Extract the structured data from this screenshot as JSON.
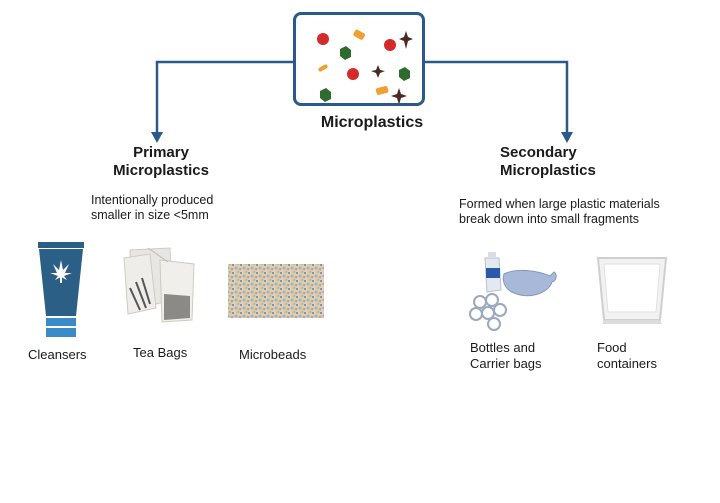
{
  "center": {
    "title": "Microplastics",
    "icon": "microplastic-particles-icon"
  },
  "primary": {
    "title_line1": "Primary",
    "title_line2": "Microplastics",
    "desc_line1": "Intentionally produced",
    "desc_line2": "smaller in size <5mm",
    "items": [
      {
        "label": "Cleansers",
        "icon": "cleanser-tube-icon"
      },
      {
        "label": "Tea Bags",
        "icon": "tea-bags-icon"
      },
      {
        "label": "Microbeads",
        "icon": "microbeads-icon"
      }
    ]
  },
  "secondary": {
    "title_line1": "Secondary",
    "title_line2": "Microplastics",
    "desc_line1": "Formed when large plastic materials",
    "desc_line2": "break down into small fragments",
    "items": [
      {
        "label_line1": "Bottles and",
        "label_line2": "Carrier bags",
        "icon": "bottles-bags-icon"
      },
      {
        "label_line1": "Food",
        "label_line2": "containers",
        "icon": "food-container-icon"
      }
    ]
  },
  "colors": {
    "connector": "#2a5a8a",
    "red_particle": "#d42a2a",
    "green_particle": "#2e6b2e",
    "orange_particle": "#f0a030",
    "dark_particle": "#4a2a22",
    "tube": "#2c5f85",
    "tube_cap": "#3a8cc8"
  }
}
